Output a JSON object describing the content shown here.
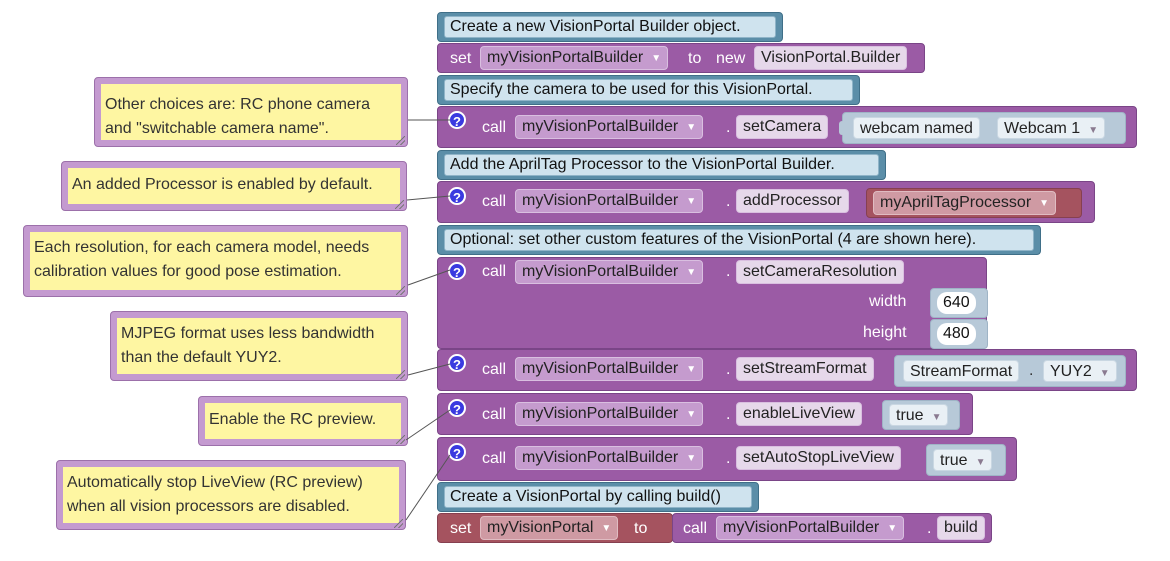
{
  "comments": {
    "c1": "Create a new VisionPortal Builder object.",
    "c2": "Specify the camera to be used for this VisionPortal.",
    "c3": "Add the AprilTag Processor to the VisionPortal Builder.",
    "c4": "Optional: set other custom features of the VisionPortal (4 are shown here).",
    "c5": "Create a VisionPortal by calling build()"
  },
  "kw": {
    "set": "set",
    "to": "to",
    "new": "new",
    "call": "call",
    "dot": ".",
    "width": "width",
    "height": "height",
    "q": "?"
  },
  "vars": {
    "builder": "myVisionPortalBuilder",
    "portal": "myVisionPortal",
    "apriltag": "myAprilTagProcessor"
  },
  "blocks": {
    "new_builder": "VisionPortal.Builder",
    "set_camera": "setCamera",
    "webcam_named": "webcam named",
    "webcam_value": "Webcam 1",
    "add_processor": "addProcessor",
    "set_resolution": "setCameraResolution",
    "width_value": "640",
    "height_value": "480",
    "set_stream_format": "setStreamFormat",
    "stream_format": "StreamFormat",
    "stream_value": "YUY2",
    "enable_live_view": "enableLiveView",
    "live_view_value": "true",
    "set_auto_stop": "setAutoStopLiveView",
    "auto_stop_value": "true",
    "build": "build"
  },
  "notes": {
    "n1_l1": "Other choices are: RC phone camera",
    "n1_l2": "and \"switchable camera name\".",
    "n2_l1": "An added Processor is enabled by default.",
    "n3_l1": "Each resolution, for each camera model, needs",
    "n3_l2": "calibration values for good pose estimation.",
    "n4_l1": "MJPEG format uses less bandwidth",
    "n4_l2": "than the default YUY2.",
    "n5_l1": "Enable the RC preview.",
    "n6_l1": "Automatically stop LiveView (RC preview)",
    "n6_l2": "when all vision processors are disabled."
  },
  "colors": {
    "comment": "#5b8ea8",
    "method": "#9b5ba5",
    "setter": "#a5535f",
    "note": "#fef6a2",
    "help": "#3a3ae0"
  }
}
